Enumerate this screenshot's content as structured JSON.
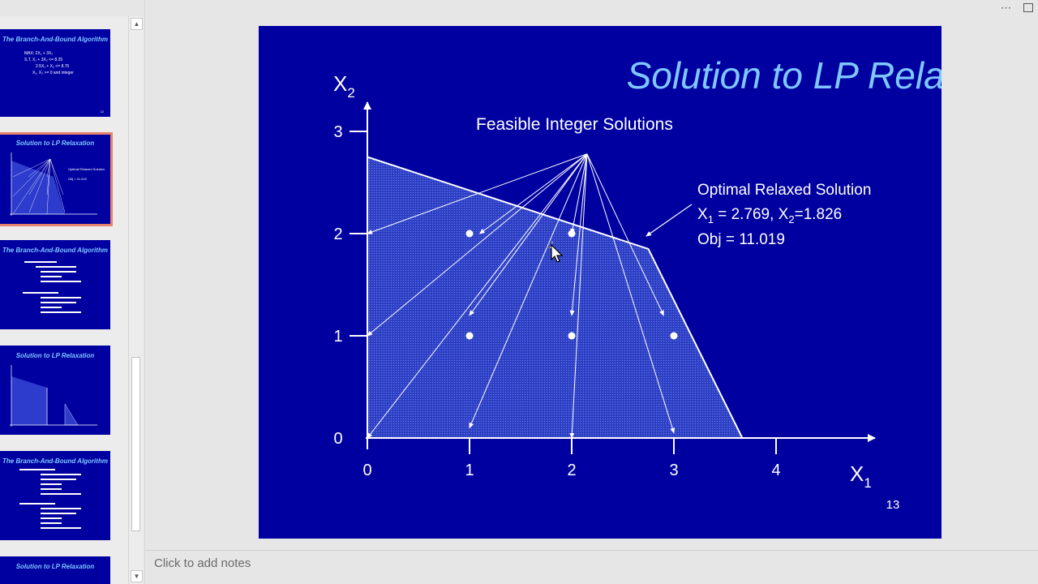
{
  "slide": {
    "title": "Solution to LP Relaxation",
    "subtitle": "Feasible Integer Solutions",
    "optimal_label": "Optimal Relaxed Solution",
    "optimal_x1": "X",
    "optimal_x1_sub": "1",
    "optimal_x1_val": " = 2.769, X",
    "optimal_x2_sub": "2",
    "optimal_x2_val": "=1.826",
    "obj_label": "Obj = 11.019",
    "y_axis_label": "X",
    "y_axis_sub": "2",
    "x_axis_label": "X",
    "x_axis_sub": "1",
    "page_number": "13",
    "colors": {
      "background": "#0000a0",
      "title": "#7fc7ff",
      "text": "#ffffff"
    }
  },
  "chart_data": {
    "type": "line",
    "xlim": [
      0,
      4
    ],
    "ylim": [
      0,
      3
    ],
    "x_ticks": [
      "0",
      "1",
      "2",
      "3",
      "4"
    ],
    "y_ticks": [
      "0",
      "1",
      "2",
      "3"
    ],
    "feasible_region": [
      [
        0,
        0
      ],
      [
        0,
        2.75
      ],
      [
        2.75,
        1.85
      ],
      [
        3.67,
        0
      ]
    ],
    "integer_points": [
      [
        1,
        2
      ],
      [
        2,
        2
      ],
      [
        1,
        1
      ],
      [
        2,
        1
      ],
      [
        3,
        1
      ]
    ],
    "optimal_point": [
      2.769,
      1.826
    ],
    "arrow_origin": [
      2.15,
      2.78
    ],
    "arrow_targets": [
      [
        0,
        2
      ],
      [
        1.1,
        2
      ],
      [
        2,
        2
      ],
      [
        0,
        1
      ],
      [
        1,
        1.2
      ],
      [
        2,
        1.2
      ],
      [
        2.9,
        1.2
      ],
      [
        0,
        0
      ],
      [
        1,
        0.1
      ],
      [
        2,
        0
      ],
      [
        3,
        0.05
      ]
    ]
  },
  "thumbnails": [
    {
      "title": "The Branch-And-Bound Algorithm",
      "lines": [
        "MAX: 2X₁ + 3X₂",
        "S.T. X₁ + 3X₂ <= 8.25",
        "2.5X₁ + X₂ <= 8.75",
        "X₁, X₂ >= 0 and integer"
      ]
    },
    {
      "title": "Solution to LP Relaxation",
      "lines": []
    },
    {
      "title": "The Branch-And-Bound Algorithm",
      "lines": []
    },
    {
      "title": "Solution to LP Relaxation",
      "lines": []
    },
    {
      "title": "The Branch-And-Bound Algorithm",
      "lines": []
    },
    {
      "title": "Solution to LP Relaxation",
      "lines": []
    }
  ],
  "notes_placeholder": "Click to add notes"
}
